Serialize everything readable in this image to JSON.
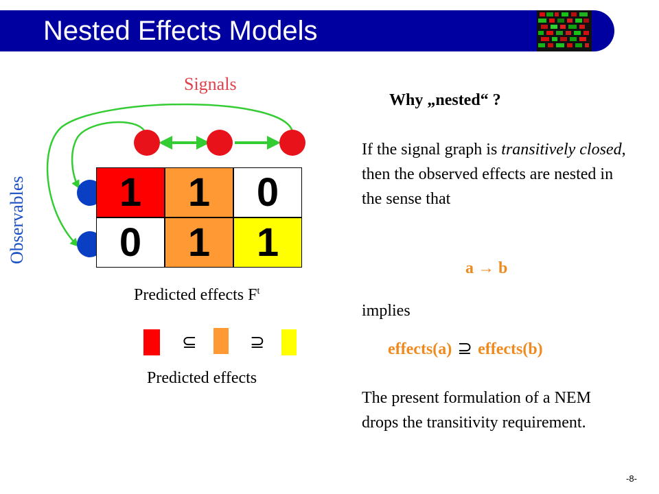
{
  "slide": {
    "title": "Nested Effects Models",
    "page_number": "-8-"
  },
  "diagram": {
    "signals_label": "Signals",
    "observables_label": "Observables",
    "matrix": [
      [
        "1",
        "1",
        "0"
      ],
      [
        "0",
        "1",
        "1"
      ]
    ],
    "cell_colors": [
      [
        "#ff0000",
        "#ff9933",
        "#ffffff"
      ],
      [
        "#ffffff",
        "#ff9933",
        "#ffff00"
      ]
    ],
    "predicted_effects_ft_label": "Predicted effects F",
    "predicted_effects_ft_sup": "t",
    "subset_symbol": "⊆",
    "superset_symbol": "⊇",
    "predicted_effects_label": "Predicted effects",
    "colors": {
      "signal_node": "#e8121a",
      "observable_node": "#0a3fc4",
      "arrow": "#33cc33",
      "bar_red": "#ff0000",
      "bar_orange": "#ff9933",
      "bar_yellow": "#ffff00"
    }
  },
  "text": {
    "why_nested": "Why „nested“ ?",
    "para1_a": "If the signal graph is ",
    "para1_italic": "transitively closed",
    "para1_b": ", then the observed effects are nested in the sense that",
    "arrow_expr": "a → b",
    "implies": "implies",
    "effects_a": "effects(a)",
    "supset_symbol": "⊇",
    "effects_b": "effects(b)",
    "para2": "The present formulation of a NEM drops the transitivity requirement.",
    "accent_color": "#f08a1e"
  }
}
